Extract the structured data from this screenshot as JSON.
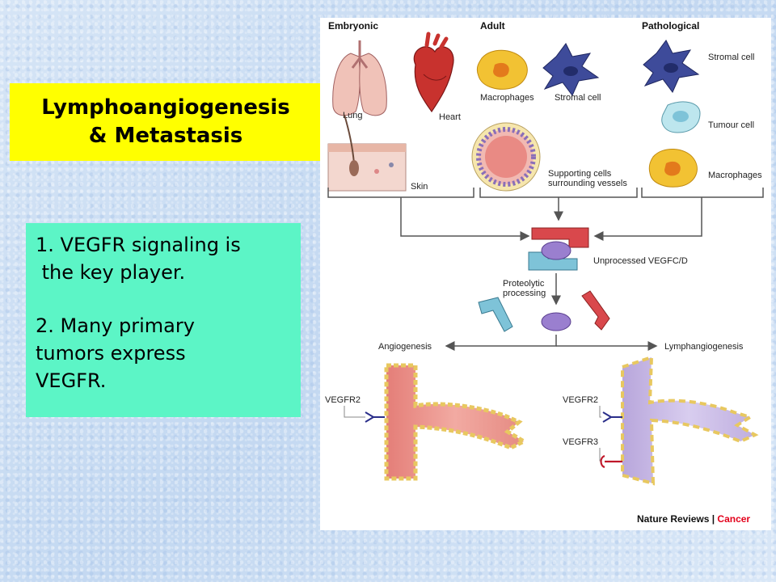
{
  "title": {
    "line1": "Lymphoangiogenesis",
    "line2": "& Metastasis"
  },
  "points": {
    "p1_line1": "1. VEGFR signaling is",
    "p1_line2": " the key player.",
    "p2_line1": "2. Many primary",
    "p2_line2": "tumors express",
    "p2_line3": "VEGFR."
  },
  "figure": {
    "headers": {
      "embryonic": "Embryonic",
      "adult": "Adult",
      "pathological": "Pathological"
    },
    "labels": {
      "lung": "Lung",
      "heart": "Heart",
      "skin": "Skin",
      "macrophages_adult": "Macrophages",
      "stromal_adult": "Stromal cell",
      "supporting_line1": "Supporting cells",
      "supporting_line2": "surrounding vessels",
      "stromal_path": "Stromal cell",
      "tumour": "Tumour cell",
      "macrophages_path": "Macrophages",
      "unprocessed": "Unprocessed VEGFC/D",
      "proteolytic_line1": "Proteolytic",
      "proteolytic_line2": "processing",
      "angiogenesis": "Angiogenesis",
      "lymphangiogenesis": "Lymphangiogenesis",
      "vegfr2_left": "VEGFR2",
      "vegfr2_right": "VEGFR2",
      "vegfr3": "VEGFR3"
    },
    "credit": {
      "journal": "Nature Reviews",
      "separator": " | ",
      "section": "Cancer"
    },
    "colors": {
      "blood_vessel": "#e8918a",
      "lymph_vessel": "#c4b4e0",
      "red_fragment": "#d9484c",
      "blue_fragment": "#7ec3d8",
      "purple_core": "#9a7fcf",
      "macrophage": "#f2c233",
      "stromal": "#3e4b9a",
      "tumour": "#bde6ee",
      "credit_red": "#e3001b"
    }
  }
}
